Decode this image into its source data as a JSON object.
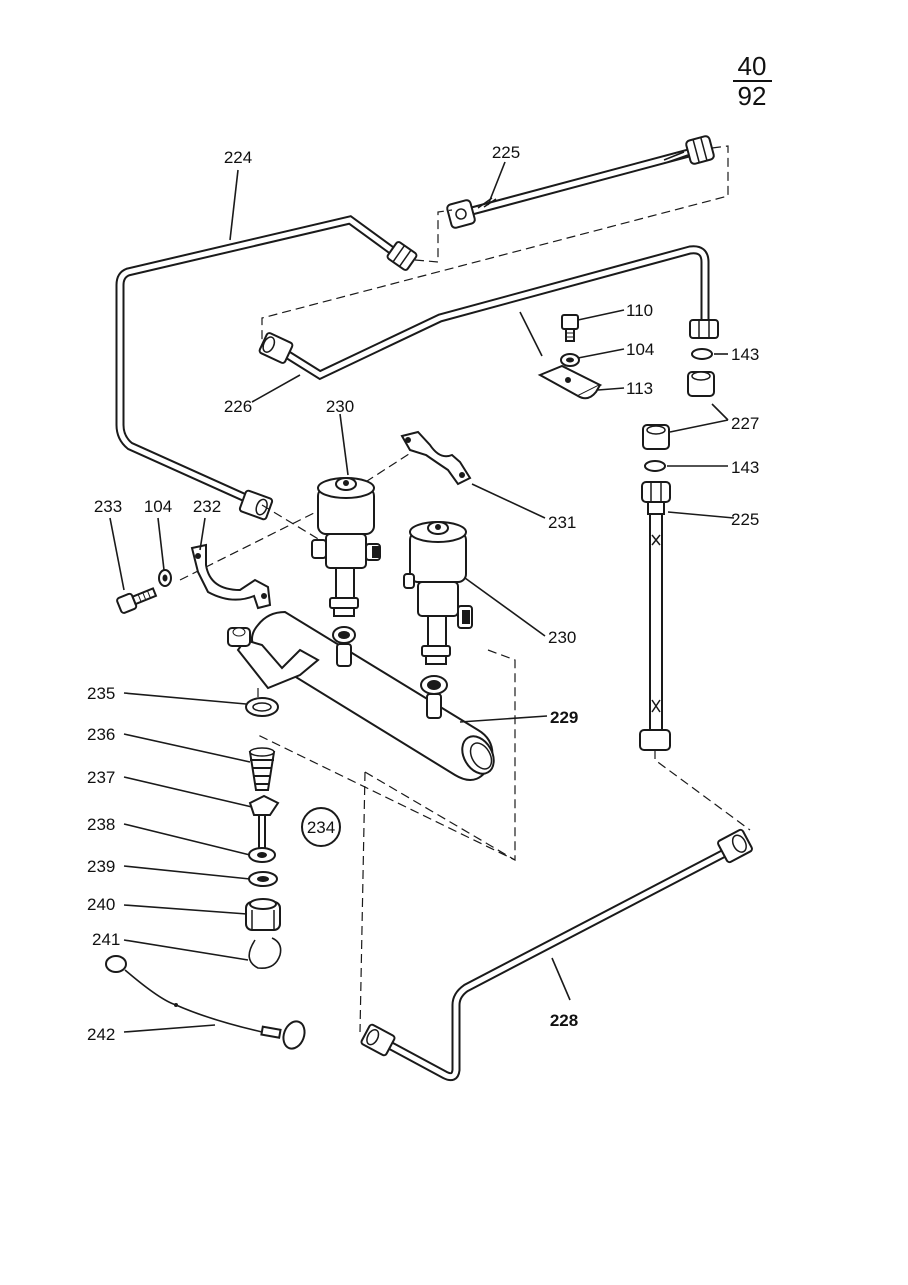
{
  "page_number": {
    "numerator": "40",
    "denominator": "92"
  },
  "callouts": {
    "c224": "224",
    "c225_top": "225",
    "c225_right": "225",
    "c226": "226",
    "c227": "227",
    "c228": "228",
    "c229": "229",
    "c230_a": "230",
    "c230_b": "230",
    "c231": "231",
    "c232": "232",
    "c233": "233",
    "c234": "234",
    "c104_left": "104",
    "c104_right": "104",
    "c110": "110",
    "c113": "113",
    "c143_a": "143",
    "c143_b": "143",
    "c235": "235",
    "c236": "236",
    "c237": "237",
    "c238": "238",
    "c239": "239",
    "c240": "240",
    "c241": "241",
    "c242": "242"
  }
}
